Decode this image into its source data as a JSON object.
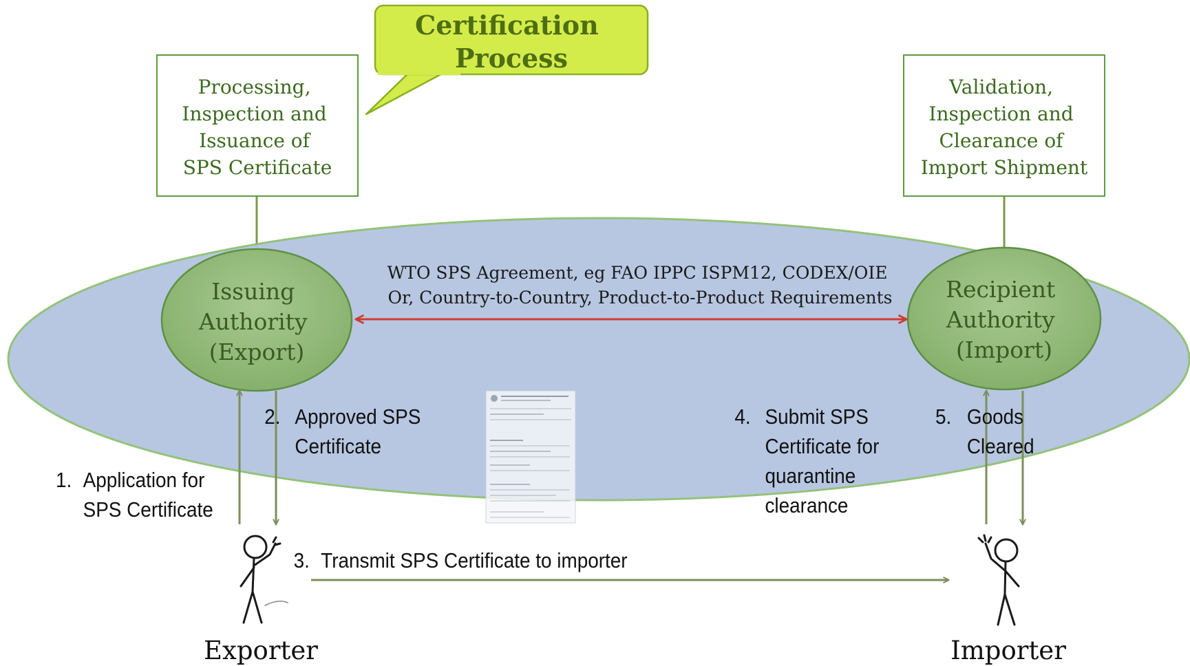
{
  "callout": {
    "lines": [
      "Certification",
      "Process"
    ]
  },
  "exporter_box": {
    "lines": [
      "Processing,",
      "Inspection and",
      "Issuance of",
      "SPS Certificate"
    ]
  },
  "importer_box": {
    "lines": [
      "Validation,",
      "Inspection and",
      "Clearance of",
      "Import Shipment"
    ]
  },
  "issuing_authority": {
    "lines": [
      "Issuing",
      "Authority",
      "(Export)"
    ]
  },
  "recipient_authority": {
    "lines": [
      "Recipient",
      "Authority",
      "(Import)"
    ]
  },
  "agreement": {
    "lines": [
      "WTO SPS Agreement, eg FAO IPPC ISPM12, CODEX/OIE",
      "Or, Country-to-Country, Product-to-Product Requirements"
    ]
  },
  "steps": {
    "s1": {
      "num": "1.",
      "lines": [
        "Application for",
        "SPS Certificate"
      ]
    },
    "s2": {
      "num": "2.",
      "lines": [
        "Approved SPS",
        "Certificate"
      ]
    },
    "s3": {
      "num": "3.",
      "lines": [
        "Transmit SPS Certificate to importer"
      ]
    },
    "s4": {
      "num": "4.",
      "lines": [
        "Submit SPS",
        "Certificate for",
        "quarantine",
        "clearance"
      ]
    },
    "s5": {
      "num": "5.",
      "lines": [
        "Goods",
        "Cleared"
      ]
    }
  },
  "actors": {
    "exporter": "Exporter",
    "importer": "Importer"
  },
  "colors": {
    "ellipse_fill": "#b4c5e0",
    "ellipse_stroke": "#8fbf72",
    "authority_fill": "#95bb7e",
    "authority_stroke": "#5d8f45",
    "authority_text": "#3b5a24",
    "box_stroke": "#5f9a3e",
    "box_text": "#3d6a1f",
    "callout_fill": "#d4ec4a",
    "callout_stroke": "#8ab020",
    "callout_text": "#4e6e14",
    "arrow_green": "#7d8f5c",
    "arrow_red": "#d23a32"
  }
}
